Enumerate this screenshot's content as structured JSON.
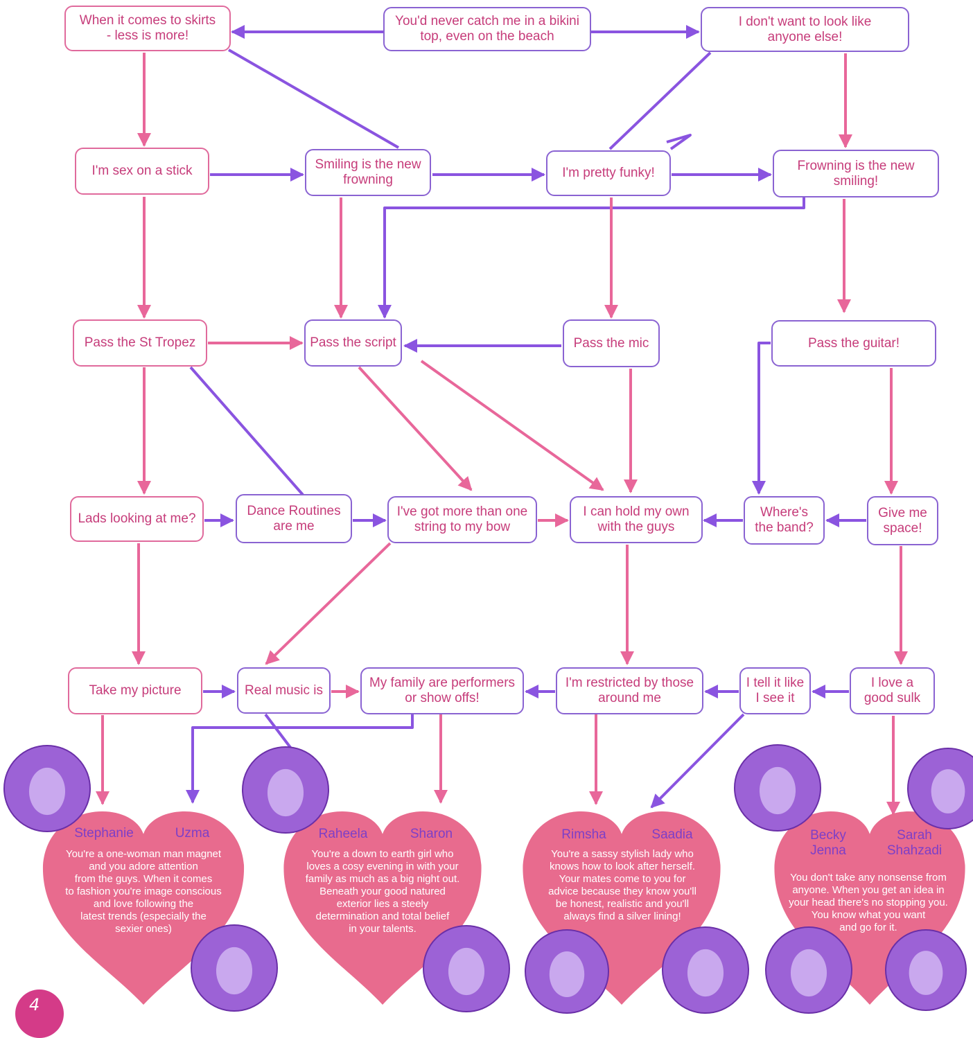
{
  "colors": {
    "pink": "#e8679a",
    "purple": "#8a54e0",
    "box_text": "#c63c7a",
    "heart_fill": "#e86b8e",
    "photo_fill": "#9c62d6",
    "name_color": "#7d3fc7",
    "page_corner": "#d43b88"
  },
  "nodes": {
    "skirts": [
      "When it comes to skirts",
      "- less is more!"
    ],
    "bikini": [
      "You'd never catch me in a bikini",
      "top, even on the beach"
    ],
    "look_like": [
      "I don't want to look like",
      "anyone else!"
    ],
    "sex_stick": [
      "I'm sex on a stick"
    ],
    "smiling": [
      "Smiling is the new",
      "frowning"
    ],
    "funky": [
      "I'm pretty funky!"
    ],
    "frowning": [
      "Frowning is the new",
      "smiling!"
    ],
    "st_tropez": [
      "Pass the St Tropez"
    ],
    "script": [
      "Pass the script"
    ],
    "mic": [
      "Pass the mic"
    ],
    "guitar": [
      "Pass the guitar!"
    ],
    "lads": [
      "Lads looking at me?"
    ],
    "dance": [
      "Dance Routines",
      "are me"
    ],
    "string": [
      "I've got more than one",
      "string to my bow"
    ],
    "hold_own": [
      "I can hold my own",
      "with the guys"
    ],
    "band": [
      "Where's",
      "the band?"
    ],
    "space": [
      "Give me",
      "space!"
    ],
    "picture": [
      "Take my picture"
    ],
    "real_music": [
      "Real music is"
    ],
    "family": [
      "My family are performers",
      "or show offs!"
    ],
    "restricted": [
      "I'm restricted by those",
      "around me"
    ],
    "tell_it": [
      "I tell it like",
      "I see it"
    ],
    "sulk": [
      "I love a",
      "good sulk"
    ]
  },
  "hearts": [
    {
      "names": [
        "Stephanie",
        "Uzma"
      ],
      "text": [
        "You're a one-woman man magnet",
        "and you adore attention",
        "from the guys. When it comes",
        "to fashion you're image conscious",
        "and love following the",
        "latest trends (especially the",
        "sexier ones)"
      ]
    },
    {
      "names": [
        "Raheela",
        "Sharon"
      ],
      "text": [
        "You're a down to earth girl who",
        "loves a cosy evening in with your",
        "family as much as a big night out.",
        "Beneath your good natured",
        "exterior lies a steely",
        "determination and total belief",
        "in your talents."
      ]
    },
    {
      "names": [
        "Rimsha",
        "Saadia"
      ],
      "text": [
        "You're a sassy stylish lady who",
        "knows how to look after herself.",
        "Your mates come to you for",
        "advice because they know you'll",
        "be honest, realistic and you'll",
        "always find a silver lining!"
      ]
    },
    {
      "names": [
        "Becky\nJenna",
        "Sarah\nShahzadi"
      ],
      "text": [
        "You don't take any nonsense from",
        "anyone. When you get an idea in",
        "your head there's no stopping you.",
        "You know what you want",
        "and go for it."
      ]
    }
  ],
  "page_number": "4"
}
